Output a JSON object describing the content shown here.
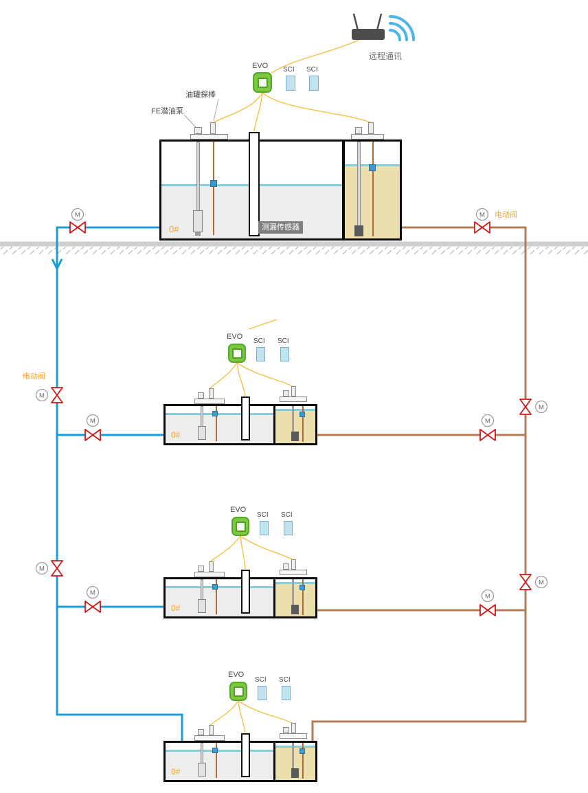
{
  "colors": {
    "pipe_blue": "#1b9cd9",
    "pipe_brown": "#b37a58",
    "wire_yellow": "#f2c245",
    "valve_red": "#cf1716",
    "water_line": "#83d0dc",
    "water_fill": "#ededed",
    "oil_fill": "#eadfad",
    "label_orange": "#f5a42a",
    "evo_green": "#7dc83e",
    "sci_blue": "#bfe4f0",
    "ground_gray": "#cfcfcf"
  },
  "remote": {
    "label": "远程通讯"
  },
  "annotations": {
    "tank_probe": "油罐探棒",
    "fe_pump": "FE潜油泵",
    "leak_sensor": "测漏传感器",
    "valve_top_right": "电动阀",
    "valve_left": "电动阀"
  },
  "motor": "M",
  "stations": [
    {
      "evo": "EVO",
      "sci_a": "SCI",
      "sci_b": "SCI",
      "tank": "0#"
    },
    {
      "evo": "EVO",
      "sci_a": "SCI",
      "sci_b": "SCI",
      "tank": "0#"
    },
    {
      "evo": "EVO",
      "sci_a": "SCI",
      "sci_b": "SCI",
      "tank": "0#"
    },
    {
      "evo": "EVO",
      "sci_a": "SCI",
      "sci_b": "SCI",
      "tank": "0#"
    }
  ]
}
